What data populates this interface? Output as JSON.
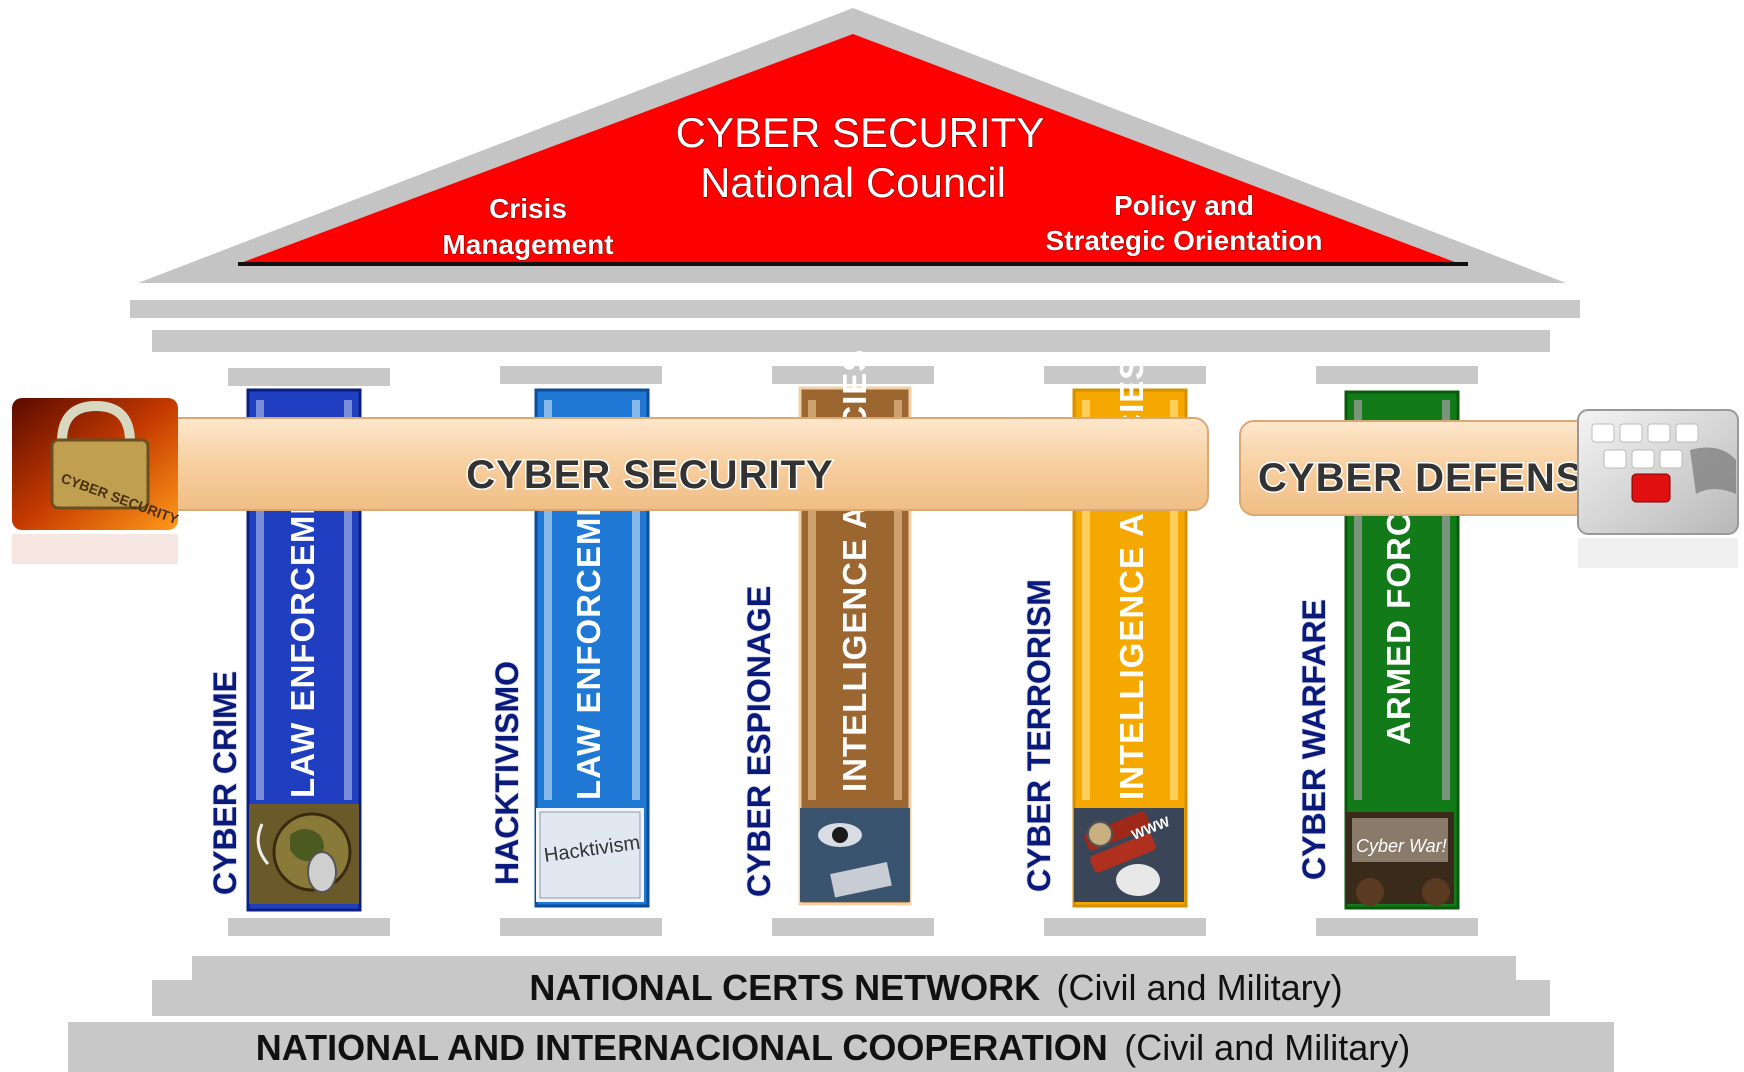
{
  "roof": {
    "title_line1": "CYBER SECURITY",
    "title_line2": "National Council",
    "left_line1": "Crisis",
    "left_line2": "Management",
    "right_line1": "Policy and",
    "right_line2": "Strategic Orientation"
  },
  "bands": {
    "security": "CYBER SECURITY",
    "defense": "CYBER DEFENSE"
  },
  "pillars": [
    {
      "threat": "CYBER CRIME",
      "agency": "LAW ENFORCEMENT",
      "color": "#1f3fc0",
      "photo": "globe-and-mouse-photo"
    },
    {
      "threat": "HACKTIVISMO",
      "agency": "LAW ENFORCEMENT",
      "color": "#1f78d4",
      "photo": "hacktivism-paper-photo"
    },
    {
      "threat": "CYBER ESPIONAGE",
      "agency": "INTELLIGENCE AGENCIES",
      "color": "#9c6630",
      "photo": "eye-at-screen-photo"
    },
    {
      "threat": "CYBER TERRORISM",
      "agency": "INTELLIGENCE AGENCIES",
      "color": "#f5a800",
      "photo": "dynamite-and-mouse-photo"
    },
    {
      "threat": "CYBER WARFARE",
      "agency": "ARMED FORCES",
      "color": "#127a18",
      "photo": "cyber-war-screen-photo"
    }
  ],
  "photo_captions": {
    "left_lock": "CYBER SECURITY",
    "hacktivism": "Hacktivism",
    "cyberwar": "Cyber War!",
    "www": "WWW"
  },
  "base": {
    "certs_bold": "NATIONAL CERTS NETWORK",
    "certs_normal": "(Civil and Military)",
    "coop_bold": "NATIONAL AND INTERNACIONAL COOPERATION",
    "coop_normal": "(Civil and Military)"
  },
  "colors": {
    "roof_red": "#ff0000",
    "marble_gray": "#c8c8c8",
    "band_fill": "#f7d3a8"
  }
}
